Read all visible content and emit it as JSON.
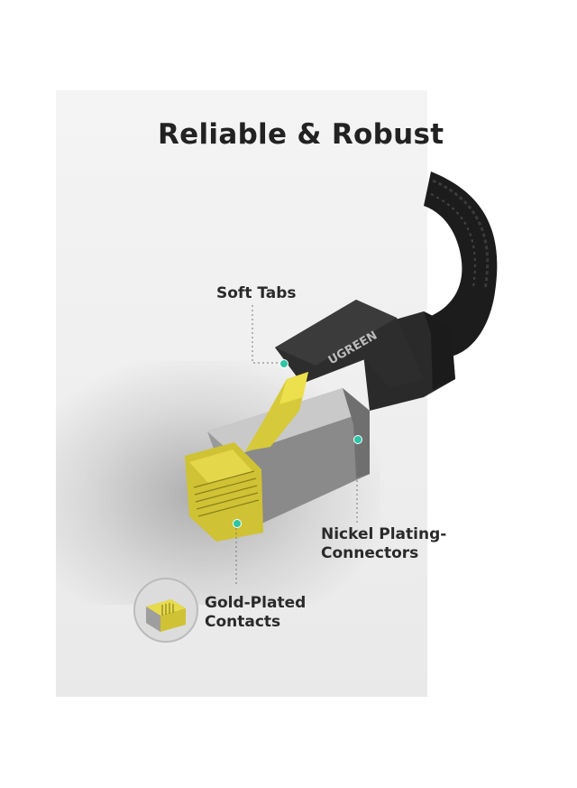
{
  "title": "Reliable & Robust",
  "callouts": {
    "soft_tabs": "Soft Tabs",
    "nickel_line1": "Nickel Plating-",
    "nickel_line2": "Connectors",
    "gold_line1": "Gold-Plated",
    "gold_line2": "Contacts"
  },
  "brand_on_tab": "UGREEN",
  "colors": {
    "accent_dot": "#2ec4a6",
    "connector_gold": "#d6c93a",
    "cable_black": "#1c1c1c"
  }
}
